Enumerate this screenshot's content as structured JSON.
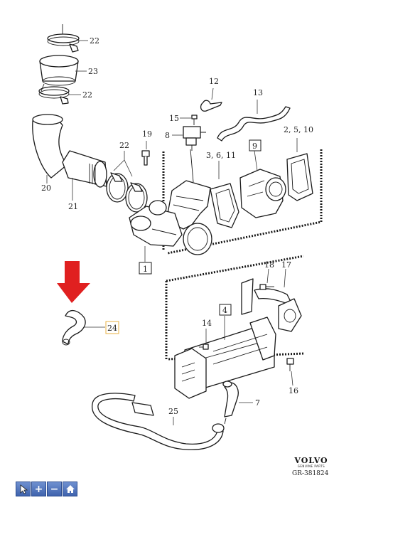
{
  "diagram": {
    "code": "GR-381824",
    "brand": {
      "name": "VOLVO",
      "tagline": "GENUINE PARTS"
    },
    "labels": {
      "l22a": "22",
      "l23": "23",
      "l22b": "22",
      "l20": "20",
      "l21": "21",
      "l22c": "22",
      "l19": "19",
      "l15": "15",
      "l12": "12",
      "l13": "13",
      "l8": "8",
      "l9": "9",
      "l3_6_11": "3, 6, 11",
      "l2_5_10": "2, 5, 10",
      "l1": "1",
      "l18": "18",
      "l17": "17",
      "l4": "4",
      "l14": "14",
      "l24": "24",
      "l16": "16",
      "l7": "7",
      "l25": "25"
    }
  },
  "toolbar": {
    "buttons": [
      {
        "name": "pointer",
        "glyph": ""
      },
      {
        "name": "zoom-in",
        "glyph": "+"
      },
      {
        "name": "zoom-out",
        "glyph": "−"
      },
      {
        "name": "home",
        "glyph": ""
      }
    ]
  },
  "colors": {
    "arrow": "#e02020",
    "highlight_box": "#e8b040",
    "toolbar": "#4a6fb8"
  }
}
